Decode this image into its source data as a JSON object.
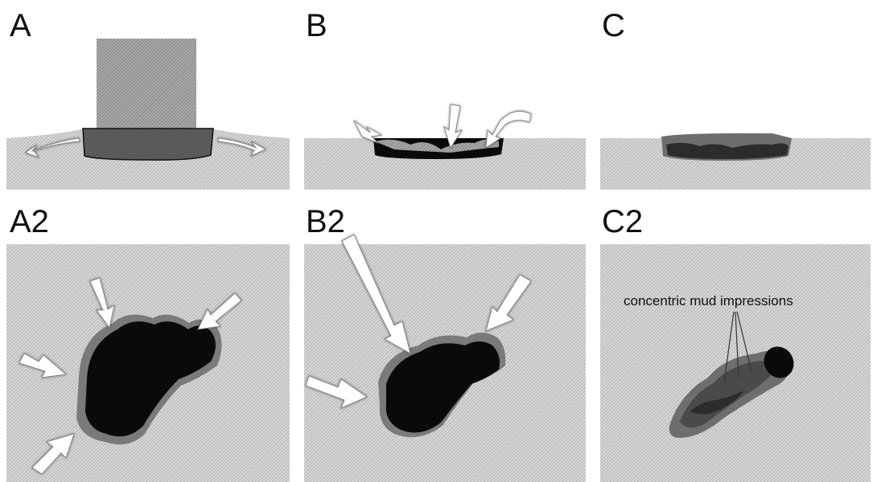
{
  "panels": {
    "a": {
      "label": "A"
    },
    "b": {
      "label": "B"
    },
    "c": {
      "label": "C"
    },
    "a2": {
      "label": "A2"
    },
    "b2": {
      "label": "B2"
    },
    "c2": {
      "label": "C2"
    }
  },
  "annotation": "concentric mud impressions",
  "colors": {
    "sediment": "#c8c8c8",
    "foot": "#9a9a9a",
    "impression_dark": "#0a0a0a",
    "impression_mid": "#3c3c3c",
    "impression_rim": "#6e6e6e",
    "arrow_fill": "#ffffff"
  }
}
